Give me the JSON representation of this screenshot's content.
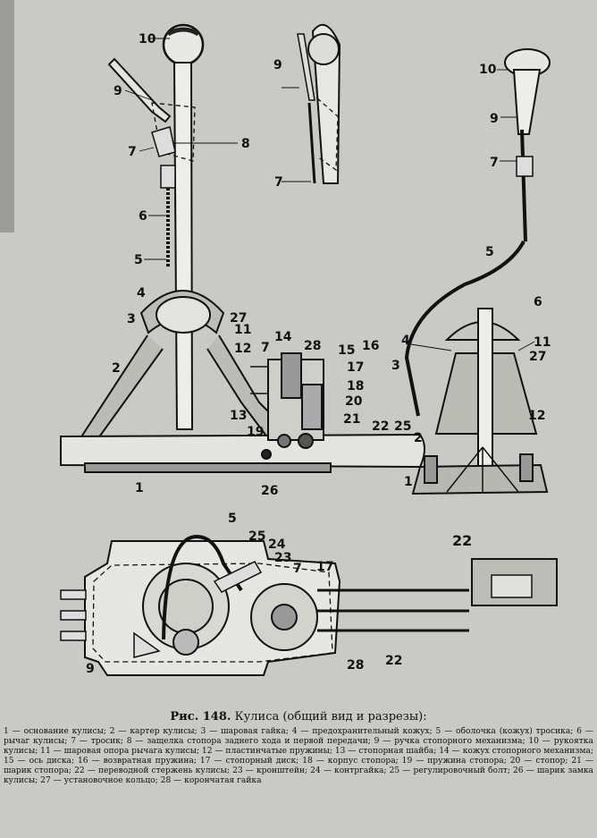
{
  "figure": {
    "number_label": "Рис. 148.",
    "title": "Кулиса (общий вид и разрезы):"
  },
  "legend": [
    {
      "num": "1",
      "text": "основание кулисы"
    },
    {
      "num": "2",
      "text": "картер кулисы"
    },
    {
      "num": "3",
      "text": "шаровая гайка"
    },
    {
      "num": "4",
      "text": "предохранительный кожух"
    },
    {
      "num": "5",
      "text": "оболочка (кожух) тросика"
    },
    {
      "num": "6",
      "text": "рычаг кулисы"
    },
    {
      "num": "7",
      "text": "тросик"
    },
    {
      "num": "8",
      "text": "защелка стопора заднего хода и первой передачи"
    },
    {
      "num": "9",
      "text": "ручка стопорного механизма"
    },
    {
      "num": "10",
      "text": "рукоятка кулисы"
    },
    {
      "num": "11",
      "text": "шаровая опора рычага кулисы"
    },
    {
      "num": "12",
      "text": "пластинчатые пружины"
    },
    {
      "num": "13",
      "text": "стопорная шайба"
    },
    {
      "num": "14",
      "text": "кожух стопорного механизма"
    },
    {
      "num": "15",
      "text": "ось диска"
    },
    {
      "num": "16",
      "text": "возвратная пружина"
    },
    {
      "num": "17",
      "text": "стопорный диск"
    },
    {
      "num": "18",
      "text": "корпус стопора"
    },
    {
      "num": "19",
      "text": "пружина стопора"
    },
    {
      "num": "20",
      "text": "стопор"
    },
    {
      "num": "21",
      "text": "шарик стопора"
    },
    {
      "num": "22",
      "text": "переводной стержень кулисы"
    },
    {
      "num": "23",
      "text": "кронштейн"
    },
    {
      "num": "24",
      "text": "контргайка"
    },
    {
      "num": "25",
      "text": "регулировочный болт"
    },
    {
      "num": "26",
      "text": "шарик замка кулисы"
    },
    {
      "num": "27",
      "text": "установочное кольцо"
    },
    {
      "num": "28",
      "text": "корончатая гайка"
    }
  ],
  "callouts": {
    "main_view": [
      "10",
      "9",
      "7",
      "8",
      "6",
      "5",
      "4",
      "3",
      "27",
      "11",
      "2",
      "12",
      "7",
      "14",
      "28",
      "15",
      "16",
      "17",
      "18",
      "20",
      "13",
      "19",
      "21",
      "22",
      "1",
      "26"
    ],
    "detail_view": [
      "9",
      "7"
    ],
    "side_view": [
      "10",
      "9",
      "7",
      "5",
      "6",
      "4",
      "11",
      "3",
      "27",
      "12",
      "25",
      "2",
      "1",
      "22"
    ],
    "plan_view": [
      "5",
      "25",
      "24",
      "23",
      "7",
      "17",
      "9",
      "28",
      "22"
    ]
  }
}
